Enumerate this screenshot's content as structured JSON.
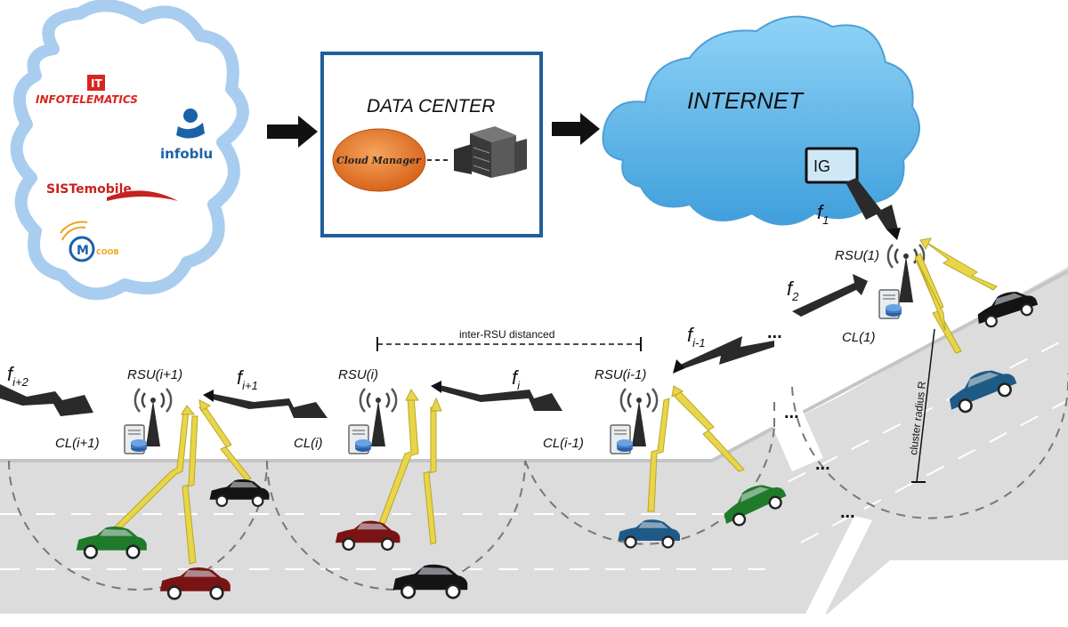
{
  "logos": {
    "infotelematics": "INFOTELEMATICS",
    "infoblu": "infoblu",
    "sistemobile_a": "SIST",
    "sistemobile_b": "emobile",
    "mcom_letter": "M",
    "mcom_dots": "COOB"
  },
  "data_center": {
    "title": "DATA CENTER",
    "cloud_manager": "Cloud Manager"
  },
  "internet": {
    "title": "INTERNET",
    "gateway": "IG"
  },
  "links": {
    "f1": "f",
    "f1_sub": "1",
    "f2": "f",
    "f2_sub": "2",
    "fim1": "f",
    "fim1_sub": "i-1",
    "fi": "f",
    "fi_sub": "i",
    "fip1": "f",
    "fip1_sub": "i+1",
    "fip2": "f",
    "fip2_sub": "i+2"
  },
  "rsus": {
    "rsu1": "RSU(1)",
    "cl1": "CL(1)",
    "rsu_im1": "RSU(i-1)",
    "cl_im1": "CL(i-1)",
    "rsu_i": "RSU(i)",
    "cl_i": "CL(i)",
    "rsu_ip1": "RSU(i+1)",
    "cl_ip1": "CL(i+1)"
  },
  "annotations": {
    "inter_rsu": "inter-RSU distanced",
    "cluster_radius": "cluster   radius  R",
    "ellipsis": "..."
  },
  "colors": {
    "cloud_border": "#8fc1e8",
    "internet_cloud": "#5bb6ea",
    "box_border": "#1f5f9c",
    "road": "#d9d9d9",
    "arrow_yellow": "#e8d54a",
    "cloud_manager": "#e8782a",
    "car_green": "#1f7a2a",
    "car_red": "#7a1414",
    "car_black": "#141414",
    "car_blue": "#1e5a86"
  }
}
